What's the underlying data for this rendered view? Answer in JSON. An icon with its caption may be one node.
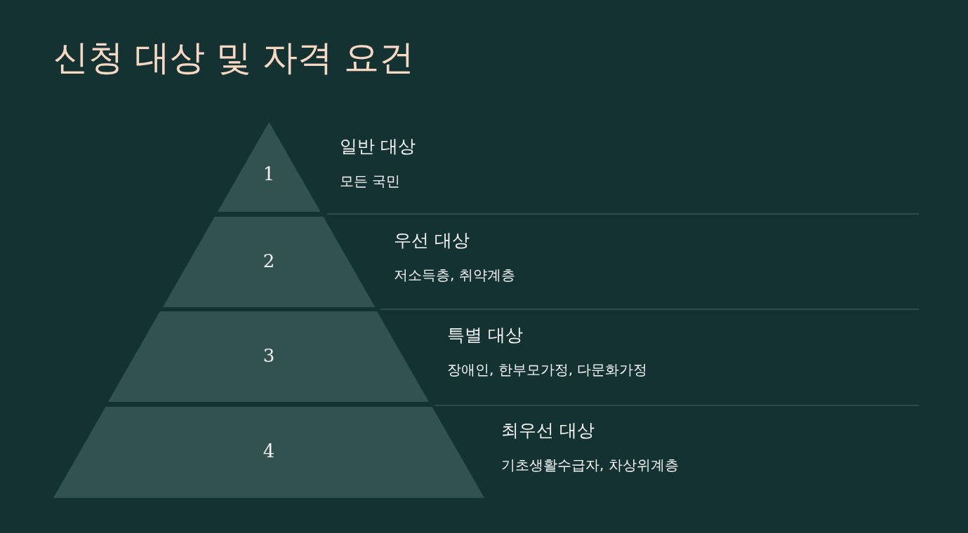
{
  "diagram": {
    "title": "신청 대상 및 자격 요건",
    "nodes": [
      {
        "text": [
          "1"
        ],
        "beside": [
          "일반 대상",
          "모든 국민"
        ]
      },
      {
        "text": [
          "2"
        ],
        "beside": [
          "우선 대상",
          "저소득층, 취약계층"
        ]
      },
      {
        "text": [
          "3"
        ],
        "beside": [
          "특별 대상",
          "장애인, 한부모가정, 다문화가정"
        ]
      },
      {
        "text": [
          "4"
        ],
        "beside": [
          "최우선 대상",
          "기초생활수급자, 차상위계층"
        ]
      }
    ],
    "edges": []
  }
}
